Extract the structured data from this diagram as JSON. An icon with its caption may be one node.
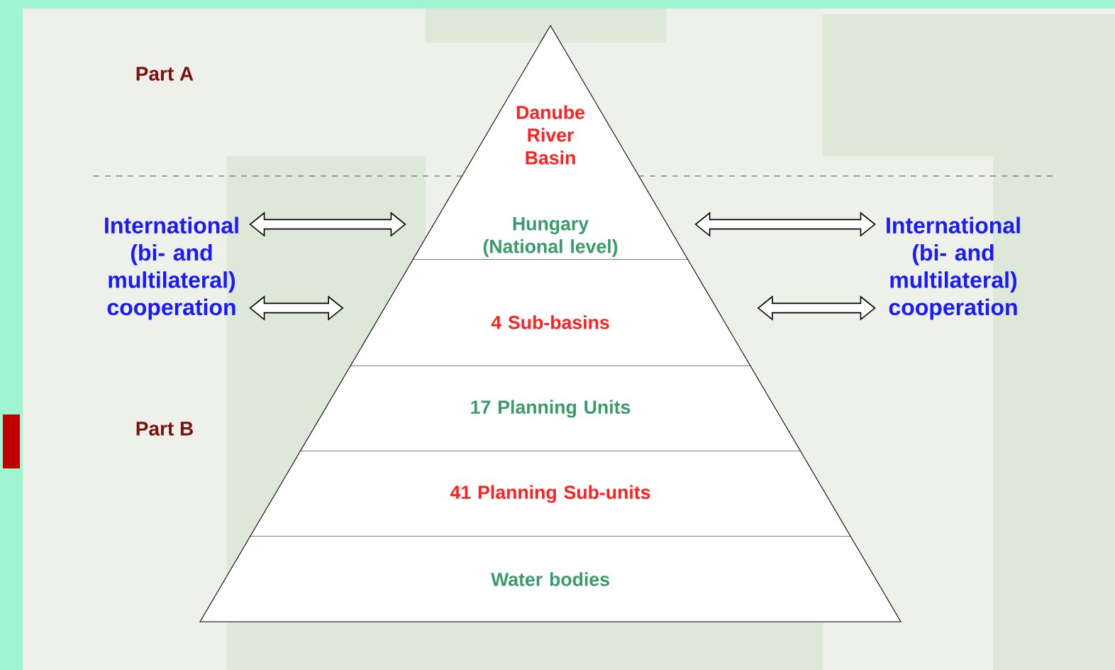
{
  "diagram": {
    "nodes": [
      {
        "text": [
          "International (bi- and multilateral) cooperation"
        ]
      },
      {
        "text": [
          "Danube River Basin"
        ]
      },
      {
        "text": [
          "Hungary (National level)"
        ]
      },
      {
        "text": [
          "4 Sub-basins"
        ]
      },
      {
        "text": [
          "17 Planning Units"
        ]
      },
      {
        "text": [
          "41 Planning Sub-units"
        ]
      },
      {
        "text": [
          "Water bodies"
        ]
      },
      {
        "text": [
          "International (bi- and multilateral) cooperation"
        ]
      }
    ],
    "edges": [
      {
        "from": 0,
        "to": 2,
        "arrow": "both"
      },
      {
        "from": 0,
        "to": 3,
        "arrow": "both"
      },
      {
        "from": 2,
        "to": 7,
        "arrow": "both"
      },
      {
        "from": 3,
        "to": 7,
        "arrow": "both"
      }
    ],
    "labels": [
      "Part A",
      "Part B"
    ]
  }
}
